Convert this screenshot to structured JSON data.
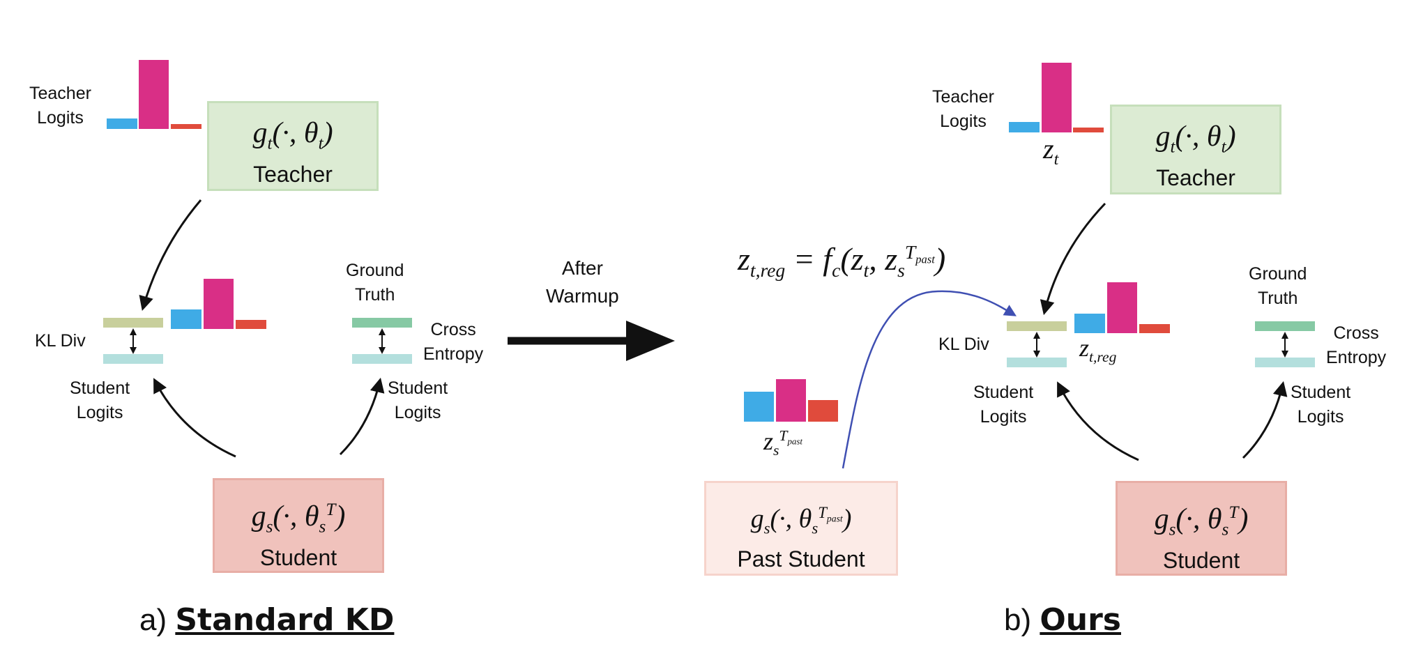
{
  "panel_a": {
    "caption_prefix": "a)",
    "caption_title": "Standard KD",
    "teacher_logits_label_1": "Teacher",
    "teacher_logits_label_2": "Logits",
    "teacher_box_math": "gt(·, θt)",
    "teacher_box_label": "Teacher",
    "kl_label": "KL Div",
    "student_logits_left_1": "Student",
    "student_logits_left_2": "Logits",
    "ground_truth_1": "Ground",
    "ground_truth_2": "Truth",
    "cross_entropy_1": "Cross",
    "cross_entropy_2": "Entropy",
    "student_logits_right_1": "Student",
    "student_logits_right_2": "Logits",
    "student_box_math": "gs(·, θsT)",
    "student_box_label": "Student"
  },
  "transition": {
    "line_1": "After",
    "line_2": "Warmup"
  },
  "panel_b": {
    "caption_prefix": "b)",
    "caption_title": "Ours",
    "equation": "zt,reg = fc(zt, zsTpast)",
    "teacher_logits_label_1": "Teacher",
    "teacher_logits_label_2": "Logits",
    "teacher_logits_symbol": "zt",
    "teacher_box_math": "gt(·, θt)",
    "teacher_box_label": "Teacher",
    "kl_label": "KL Div",
    "reg_symbol": "zt,reg",
    "past_logits_symbol": "zsTpast",
    "past_box_math": "gs(·, θsTpast)",
    "past_box_label": "Past Student",
    "student_logits_left_1": "Student",
    "student_logits_left_2": "Logits",
    "ground_truth_1": "Ground",
    "ground_truth_2": "Truth",
    "cross_entropy_1": "Cross",
    "cross_entropy_2": "Entropy",
    "student_logits_right_1": "Student",
    "student_logits_right_2": "Logits",
    "student_box_math": "gs(·, θsT)",
    "student_box_label": "Student"
  },
  "colors": {
    "blue": "#3fabe6",
    "magenta": "#d92f86",
    "red": "#e04b3c",
    "olive": "#c8cf9c",
    "teal": "#b3dfdd",
    "green": "#86c9a4",
    "teacher_fill": "#dcebd3",
    "student_fill": "#f0c2bc",
    "past_fill": "#fcebe7",
    "curve_blue": "#3f4fb2"
  }
}
